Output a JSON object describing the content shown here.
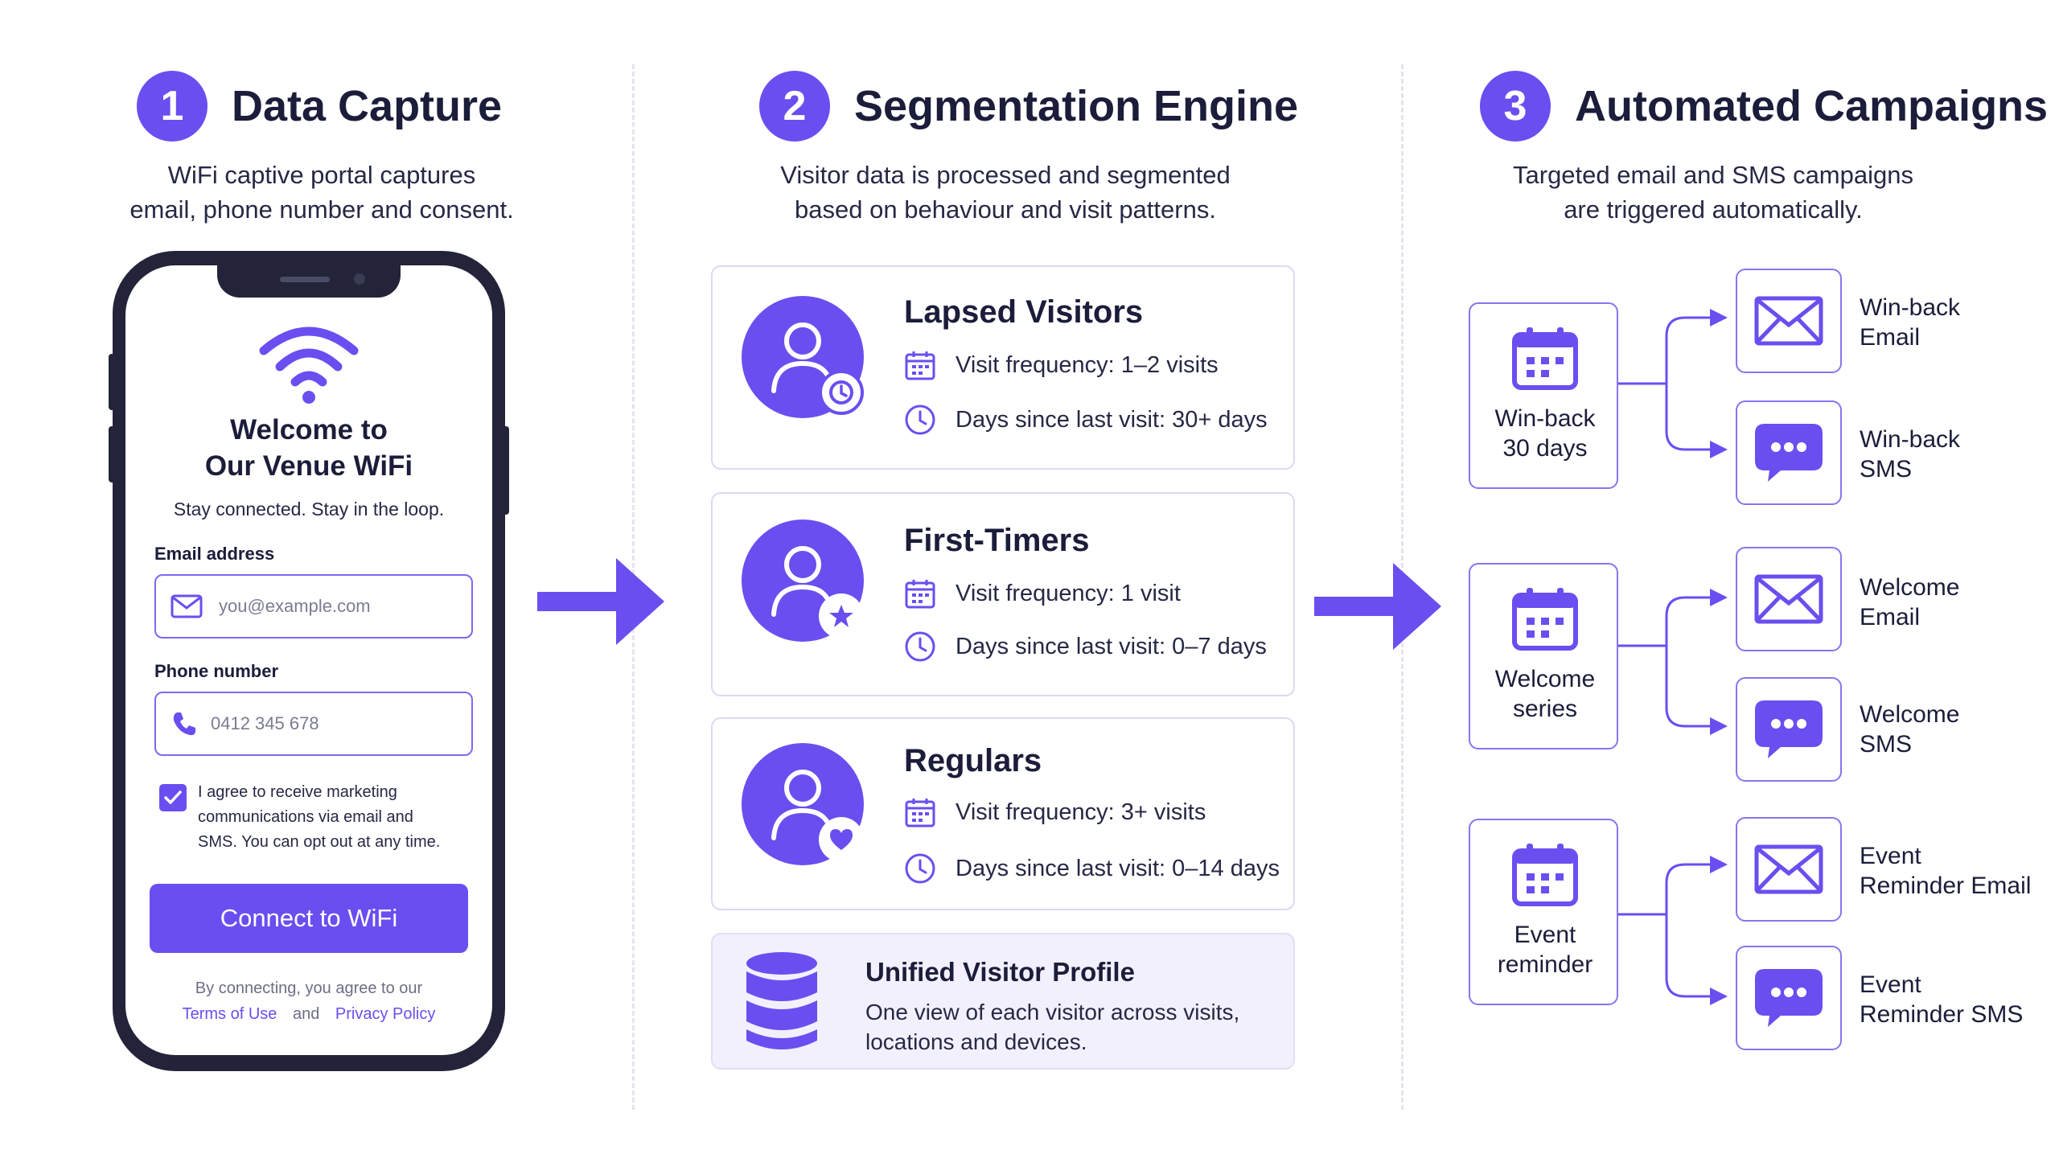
{
  "steps": [
    {
      "number": "1",
      "title": "Data Capture",
      "desc_line1": "WiFi captive portal captures",
      "desc_line2": "email, phone number and consent."
    },
    {
      "number": "2",
      "title": "Segmentation Engine",
      "desc_line1": "Visitor data is processed and segmented",
      "desc_line2": "based on behaviour and visit patterns."
    },
    {
      "number": "3",
      "title": "Automated Campaigns",
      "desc_line1": "Targeted email and SMS campaigns",
      "desc_line2": "are triggered automatically."
    }
  ],
  "portal": {
    "welcome_line1": "Welcome to",
    "welcome_line2": "Our Venue WiFi",
    "tagline": "Stay connected. Stay in the loop.",
    "email_label": "Email address",
    "email_placeholder": "you@example.com",
    "phone_label": "Phone number",
    "phone_value": "0412 345 678",
    "consent_line1": "I agree to receive marketing",
    "consent_line2": "communications via email and",
    "consent_line3": "SMS. You can opt out at any time.",
    "connect_label": "Connect to WiFi",
    "legal_line": "By connecting, you agree to our",
    "terms_link": "Terms of Use",
    "and_text": "and",
    "privacy_link": "Privacy Policy"
  },
  "segments": [
    {
      "title": "Lapsed Visitors",
      "badge": "clock-icon",
      "frequency": "Visit frequency: 1–2 visits",
      "recency": "Days since last visit: 30+ days"
    },
    {
      "title": "First-Timers",
      "badge": "star-icon",
      "frequency": "Visit frequency: 1 visit",
      "recency": "Days since last visit: 0–7 days"
    },
    {
      "title": "Regulars",
      "badge": "heart-icon",
      "frequency": "Visit frequency: 3+ visits",
      "recency": "Days since last visit: 0–14 days"
    }
  ],
  "profile": {
    "title": "Unified Visitor Profile",
    "desc_line1": "One view of each visitor across visits,",
    "desc_line2": "locations and devices."
  },
  "campaigns": [
    {
      "trigger_line1": "Win-back",
      "trigger_line2": "30 days",
      "email_line1": "Win-back",
      "email_line2": "Email",
      "sms_line1": "Win-back",
      "sms_line2": "SMS"
    },
    {
      "trigger_line1": "Welcome",
      "trigger_line2": "series",
      "email_line1": "Welcome",
      "email_line2": "Email",
      "sms_line1": "Welcome",
      "sms_line2": "SMS"
    },
    {
      "trigger_line1": "Event",
      "trigger_line2": "reminder",
      "email_line1": "Event",
      "email_line2": "Reminder Email",
      "sms_line1": "Event",
      "sms_line2": "Reminder SMS"
    }
  ],
  "colors": {
    "accent": "#6b4ef0",
    "text": "#1b1d3a",
    "card_border": "#ddd8f4",
    "profile_bg": "#f2f0fd"
  }
}
